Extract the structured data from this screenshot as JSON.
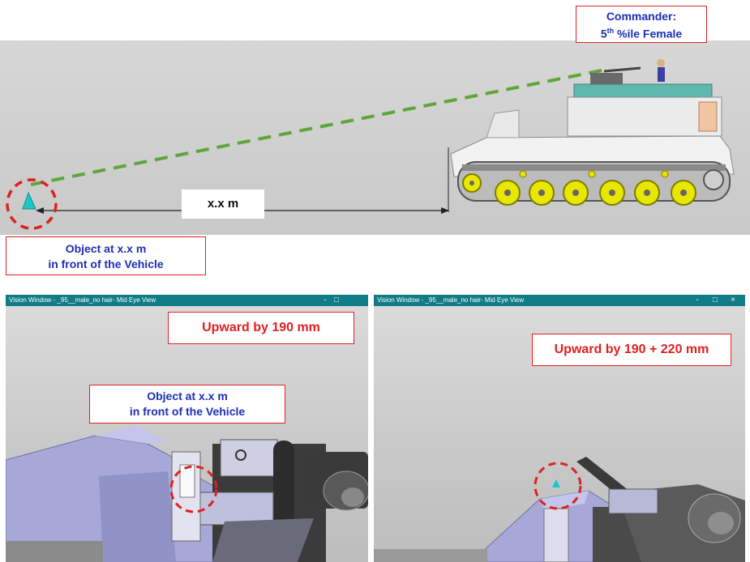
{
  "commander_callout": {
    "line1": "Commander:",
    "line2_sup": "th",
    "line2_pre": "5",
    "line2_post": " %ile  Female"
  },
  "top_scene": {
    "distance_label": "x.x m",
    "object_callout": {
      "line1": "Object at  x.x m",
      "line2": "in front of the Vehicle"
    }
  },
  "vision_left": {
    "title": "Vision Window - _95__male_no hair- Mid Eye View",
    "controls": [
      "-",
      "□"
    ],
    "upward_label": "Upward by 190 mm",
    "object_callout": {
      "line1": "Object at  x.x m",
      "line2": "in front of the Vehicle"
    }
  },
  "vision_right": {
    "title": "Vision Window - _95__male_no hair- Mid Eye View",
    "controls": [
      "-",
      "□",
      "×"
    ],
    "upward_label": "Upward by 190 + 220 mm"
  },
  "colors": {
    "callout_red": "#e02020",
    "callout_blue": "#1b2fb5",
    "sightline_green": "#5fa63a",
    "wheel_yellow": "#e9e600",
    "object_cyan": "#1ec6c8",
    "title_bar_teal": "#107c86",
    "vehicle_body": "#f2f2f2",
    "turret_teal": "#5fb8ad",
    "cockpit_lavender": "#a7a8d8"
  },
  "icons": [
    "object-marker-icon",
    "minimize-icon",
    "maximize-icon",
    "close-icon"
  ]
}
